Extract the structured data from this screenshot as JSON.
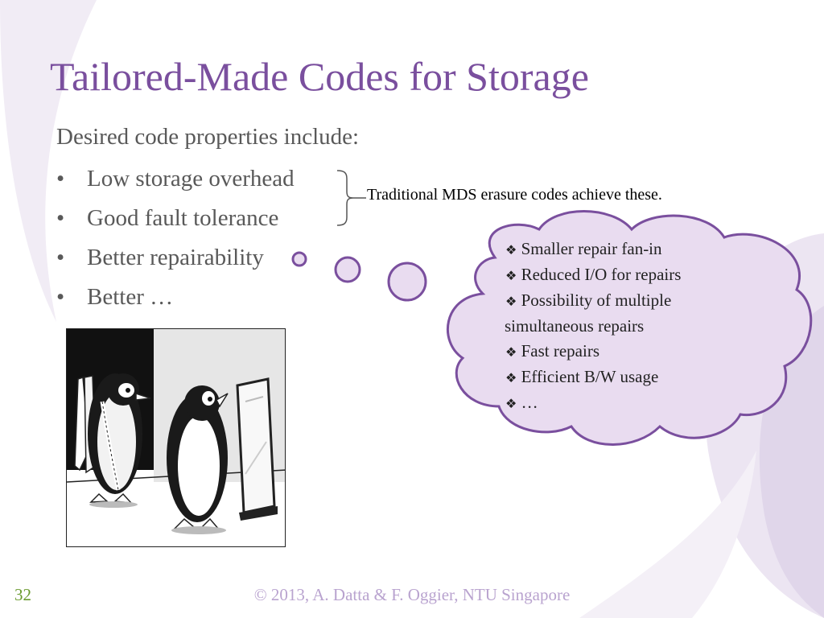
{
  "slide": {
    "title": "Tailored-Made Codes for Storage",
    "intro": "Desired code properties include:",
    "bullets": [
      "Low storage overhead",
      "Good fault tolerance",
      "Better repairability",
      "Better …"
    ],
    "bullet_symbol": "•",
    "callout": "Traditional MDS  erasure codes achieve these.",
    "cloud_symbol": "❖",
    "cloud_items": [
      "Smaller repair fan-in",
      "Reduced I/O for repairs",
      "Possibility of multiple",
      "simultaneous repairs",
      "Fast repairs",
      "Efficient B/W usage",
      "…"
    ],
    "footer": "© 2013, A. Datta & F. Oggier, NTU Singapore",
    "page_number": "32"
  },
  "colors": {
    "title": "#7a4f9e",
    "body_text": "#595959",
    "cloud_fill": "#e9dcf0",
    "cloud_stroke": "#7a4f9e",
    "footer": "#b9a3cf",
    "page_number": "#6a9a2e"
  },
  "icons": {
    "bullet": "bullet-dot",
    "cloud_bullet": "diamond-ornament"
  }
}
